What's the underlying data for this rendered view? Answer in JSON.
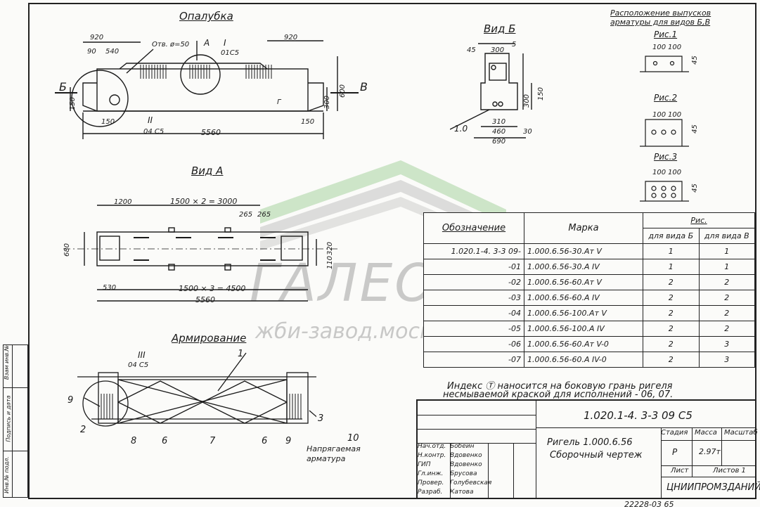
{
  "titles": {
    "formwork": "Опалубка",
    "view_b": "Вид Б",
    "view_a": "Вид А",
    "reinforcement": "Армирование",
    "layout": "Расположение выпусков арматуры для видов Б,В",
    "fig1": "Рис.1",
    "fig2": "Рис.2",
    "fig3": "Рис.3"
  },
  "formwork_dims": {
    "d920a": "920",
    "d90": "90",
    "d540": "540",
    "hole": "Отв. ø=50",
    "mark_a": "А",
    "node1": "I",
    "node1_ref": "01С5",
    "d920b": "920",
    "mark_b": "Б",
    "mark_v": "В",
    "d600": "600",
    "d300": "300",
    "d150a": "150",
    "d150b": "150",
    "d150c": "150",
    "node2": "II",
    "node2_ref": "04 С5",
    "length": "5560",
    "mark_g": "Г"
  },
  "view_b_dims": {
    "d45": "45",
    "d300": "300",
    "d5": "5",
    "d300v": "300",
    "d150": "150",
    "d310": "310",
    "d460": "460",
    "d690": "690",
    "d30": "30",
    "d10": "1.0"
  },
  "view_a_dims": {
    "d1200": "1200",
    "spacing1": "1500 × 2 = 3000",
    "d265a": "265",
    "d265b": "265",
    "d680": "680",
    "d110": "110",
    "d320": "320",
    "d530": "530",
    "spacing2": "1500 × 3 = 4500",
    "length": "5560"
  },
  "fig_dims": {
    "f1a": "100",
    "f1b": "100",
    "f1c": "45",
    "f2a": "100",
    "f2b": "100",
    "f2c": "45",
    "f3a": "100",
    "f3b": "100",
    "f3c": "45"
  },
  "reinf": {
    "node3": "III",
    "node3_ref": "04 С5",
    "c1": "1",
    "c2": "2",
    "c3": "3",
    "c6a": "6",
    "c6b": "6",
    "c7": "7",
    "c8": "8",
    "c9a": "9",
    "c9b": "9",
    "c10": "10",
    "note": "Напрягаемая арматура"
  },
  "table": {
    "h_designation": "Обозначение",
    "h_mark": "Марка",
    "h_fig": "Рис.",
    "h_view_b": "для вида Б",
    "h_view_v": "для вида В",
    "rows": [
      {
        "designation": "1.020.1-4. 3-3 09-",
        "mark": "1.000.6.56-30.Aт V",
        "b": "1",
        "v": "1"
      },
      {
        "designation": "-01",
        "mark": "1.000.6.56-30.A IV",
        "b": "1",
        "v": "1"
      },
      {
        "designation": "-02",
        "mark": "1.000.6.56-60.Aт V",
        "b": "2",
        "v": "2"
      },
      {
        "designation": "-03",
        "mark": "1.000.6.56-60.A IV",
        "b": "2",
        "v": "2"
      },
      {
        "designation": "-04",
        "mark": "1.000.6.56-100.Aт V",
        "b": "2",
        "v": "2"
      },
      {
        "designation": "-05",
        "mark": "1.000.6.56-100.A IV",
        "b": "2",
        "v": "2"
      },
      {
        "designation": "-06",
        "mark": "1.000.6.56-60.Aт V-0",
        "b": "2",
        "v": "3"
      },
      {
        "designation": "-07",
        "mark": "1.000.6.56-60.A IV-0",
        "b": "2",
        "v": "3"
      }
    ]
  },
  "note": {
    "line1": "Индекс Ⓣ наносится на боковую грань ригеля",
    "line2": "несмываемой краской для исполнений - 06, 07."
  },
  "stamp": {
    "code": "1.020.1-4. 3-3 09 С5",
    "name_line1": "Ригель 1.000.6.56",
    "name_line2": "Сборочный чертеж",
    "h_stage": "Стадия",
    "h_mass": "Масса",
    "h_scale": "Масштаб",
    "stage": "Р",
    "mass": "2.97т",
    "sheet": "Лист",
    "sheets": "Листов 1",
    "org": "ЦНИИПРОМЗДАНИЙ",
    "roles": [
      "Нач.отд.",
      "Н.контр.",
      "ГИП",
      "Гл.инж.",
      "Провер.",
      "Разраб."
    ],
    "names": [
      "Бобеин",
      "Вдовенко",
      "Вдовенко",
      "Брусова",
      "Голубевская",
      "Катова"
    ]
  },
  "side_stamp": [
    "Взам инв.№",
    "Подпись и дата",
    "Инв.№ подл."
  ],
  "bottom_code": "22228-03 65",
  "watermark": {
    "line1": "ГАЛЕОН-СК",
    "line2": "жби-завод.москва"
  }
}
